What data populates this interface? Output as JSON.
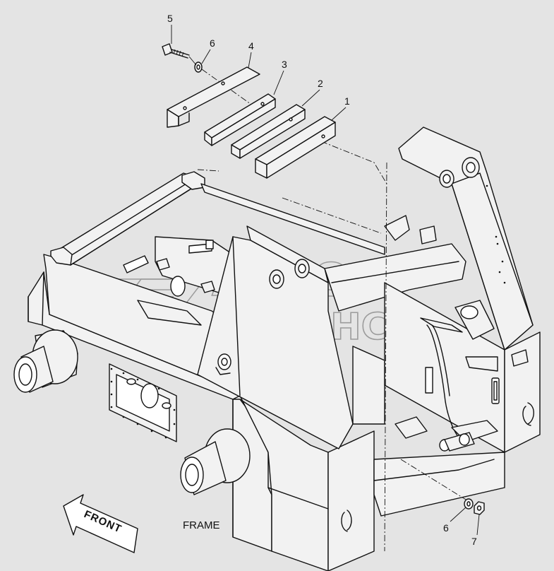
{
  "diagram": {
    "caption": "FRAME",
    "direction_label": "FRONT",
    "callouts": [
      {
        "id": "c1",
        "label": "1"
      },
      {
        "id": "c2",
        "label": "2"
      },
      {
        "id": "c3",
        "label": "3"
      },
      {
        "id": "c4",
        "label": "4"
      },
      {
        "id": "c5",
        "label": "5"
      },
      {
        "id": "c6a",
        "label": "6"
      },
      {
        "id": "c6b",
        "label": "6"
      },
      {
        "id": "c7",
        "label": "7"
      }
    ]
  },
  "watermark": {
    "line1": "АВТО",
    "line2": "АЛЬЯНС"
  },
  "colors": {
    "background": "#e4e4e4",
    "line": "#111111",
    "watermark": "#8a8a8a"
  }
}
